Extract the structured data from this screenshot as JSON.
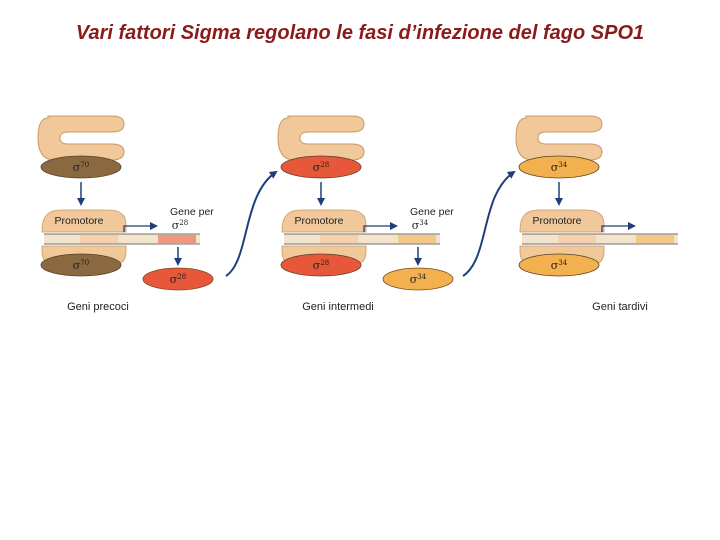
{
  "title": "Vari fattori Sigma regolano le fasi d’infezione del fago SPO1",
  "colors": {
    "core": "#f0c89a",
    "core_light": "#f7ddb9",
    "dna": "#f3e4cc",
    "arrow": "#1f3f7a",
    "sigma70": "#8a6840",
    "sigma28": "#e7573a",
    "sigma34": "#f2b04e"
  },
  "sigma_symbol": "σ",
  "panels": [
    {
      "top_sigma": "70",
      "promoter_label": "Promotore",
      "gene_label": "Gene per",
      "gene_sigma": "28",
      "bottom_sigma": "70",
      "product_sigma": "28",
      "caption": "Geni precoci"
    },
    {
      "top_sigma": "28",
      "promoter_label": "Promotore",
      "gene_label": "Gene per",
      "gene_sigma": "34",
      "bottom_sigma": "28",
      "product_sigma": "34",
      "caption": "Geni intermedi"
    },
    {
      "top_sigma": "34",
      "promoter_label": "Promotore",
      "bottom_sigma": "34",
      "caption": "Geni tardivi"
    }
  ]
}
